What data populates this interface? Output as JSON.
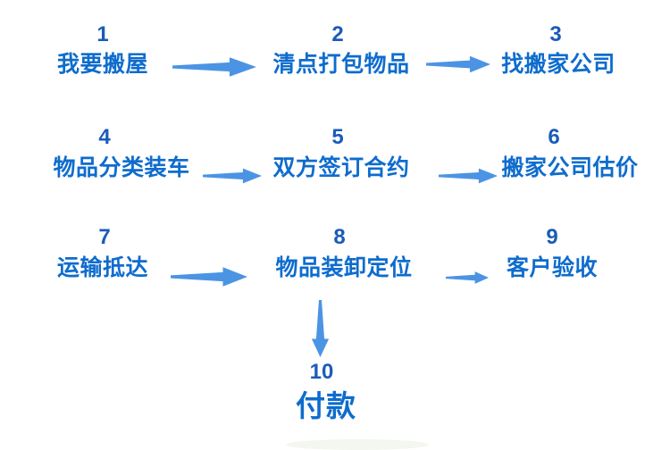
{
  "diagram": {
    "type": "flowchart",
    "language": "zh",
    "steps": [
      {
        "num": "1",
        "label": "我要搬屋"
      },
      {
        "num": "2",
        "label": "清点打包物品"
      },
      {
        "num": "3",
        "label": "找搬家公司"
      },
      {
        "num": "4",
        "label": "物品分类装车"
      },
      {
        "num": "5",
        "label": "双方签订合约"
      },
      {
        "num": "6",
        "label": "搬家公司估价"
      },
      {
        "num": "7",
        "label": "运输抵达"
      },
      {
        "num": "8",
        "label": "物品装卸定位"
      },
      {
        "num": "9",
        "label": "客户验收"
      },
      {
        "num": "10",
        "label": "付款"
      }
    ],
    "flow_order": [
      "1→2",
      "2→3",
      "4→5",
      "5→6",
      "7→8",
      "8→9",
      "8→10"
    ],
    "icons": {
      "right_arrow": "arrow-right-icon",
      "down_arrow": "arrow-down-icon"
    },
    "colors": {
      "step_number": "#1a5cb8",
      "step_label": "#0e6ccd",
      "arrow": "#4b94e4",
      "background": "#ffffff"
    }
  }
}
